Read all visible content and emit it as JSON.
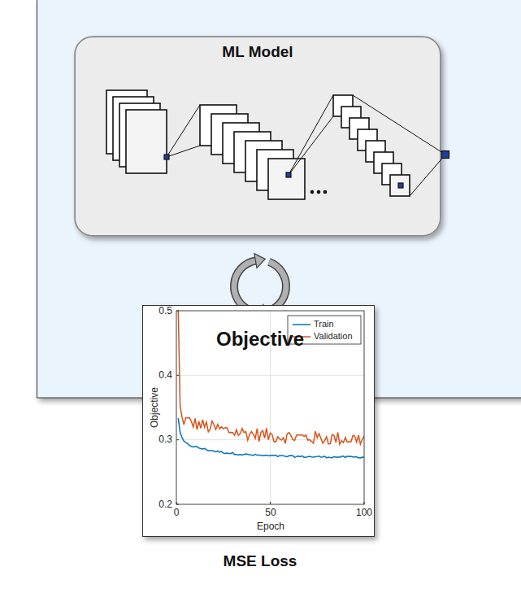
{
  "diagram": {
    "nodes": [
      {
        "text": [
          "ML Model"
        ]
      }
    ],
    "edges": [],
    "labels": [
      "Objective",
      "0.5",
      "0.4",
      "0.3",
      "0.2",
      "0",
      "50",
      "100",
      "Epoch",
      "Objective",
      "MSE Loss"
    ],
    "legend": [
      {
        "text": "Train"
      },
      {
        "text": "Validation"
      }
    ]
  }
}
